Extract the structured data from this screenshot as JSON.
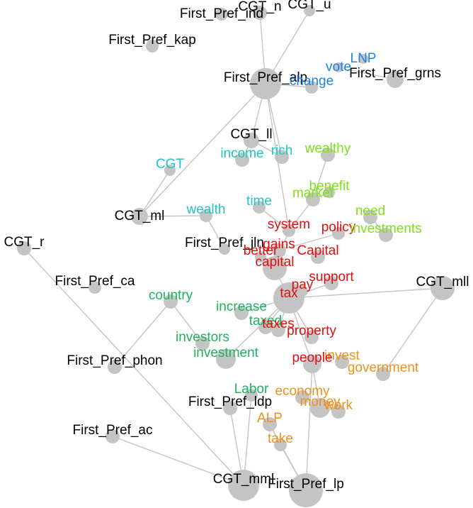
{
  "colors": {
    "variable": "#000000",
    "cyan": "#1fc4c4",
    "lime": "#7ee01a",
    "red": "#e01010",
    "green": "#20b060",
    "orange": "#f0901a",
    "blue": "#1a86e0",
    "edge": "#c4c4c4",
    "node": "#c4c4c4"
  },
  "nodes": [
    {
      "id": "n1",
      "label": "First_Pref_ind",
      "group": "variable"
    },
    {
      "id": "n2",
      "label": "CGT_n",
      "group": "variable"
    },
    {
      "id": "n3",
      "label": "CGT_u",
      "group": "variable"
    },
    {
      "id": "n4",
      "label": "First_Pref_kap",
      "group": "variable"
    },
    {
      "id": "n5",
      "label": "LNP",
      "group": "blue"
    },
    {
      "id": "n6",
      "label": "vote",
      "group": "blue"
    },
    {
      "id": "n7",
      "label": "First_Pref_grns",
      "group": "variable"
    },
    {
      "id": "n8",
      "label": "First_Pref_alp",
      "group": "variable"
    },
    {
      "id": "n9",
      "label": "change",
      "group": "blue"
    },
    {
      "id": "n10",
      "label": "CGT_ll",
      "group": "variable"
    },
    {
      "id": "n11",
      "label": "wealthy",
      "group": "lime"
    },
    {
      "id": "n12",
      "label": "income",
      "group": "cyan"
    },
    {
      "id": "n13",
      "label": "rich",
      "group": "cyan"
    },
    {
      "id": "n14",
      "label": "CGT",
      "group": "cyan"
    },
    {
      "id": "n15",
      "label": "benefit",
      "group": "lime"
    },
    {
      "id": "n16",
      "label": "market",
      "group": "lime"
    },
    {
      "id": "n17",
      "label": "time",
      "group": "cyan"
    },
    {
      "id": "n18",
      "label": "wealth",
      "group": "cyan"
    },
    {
      "id": "n19",
      "label": "need",
      "group": "lime"
    },
    {
      "id": "n20",
      "label": "CGT_ml",
      "group": "variable"
    },
    {
      "id": "n21",
      "label": "system",
      "group": "red"
    },
    {
      "id": "n22",
      "label": "policy",
      "group": "red"
    },
    {
      "id": "n23",
      "label": "investments",
      "group": "lime"
    },
    {
      "id": "n24",
      "label": "CGT_r",
      "group": "variable"
    },
    {
      "id": "n25",
      "label": "First_Pref_jln",
      "group": "variable"
    },
    {
      "id": "n26",
      "label": "gains",
      "group": "red"
    },
    {
      "id": "n27",
      "label": "better",
      "group": "red"
    },
    {
      "id": "n28",
      "label": "Capital",
      "group": "red"
    },
    {
      "id": "n29",
      "label": "capital",
      "group": "red"
    },
    {
      "id": "n30",
      "label": "support",
      "group": "red"
    },
    {
      "id": "n31",
      "label": "First_Pref_ca",
      "group": "variable"
    },
    {
      "id": "n32",
      "label": "pay",
      "group": "red"
    },
    {
      "id": "n33",
      "label": "CGT_mll",
      "group": "variable"
    },
    {
      "id": "n34",
      "label": "country",
      "group": "green"
    },
    {
      "id": "n35",
      "label": "tax",
      "group": "red"
    },
    {
      "id": "n36",
      "label": "increase",
      "group": "green"
    },
    {
      "id": "n37",
      "label": "taxed",
      "group": "green"
    },
    {
      "id": "n38",
      "label": "taxes",
      "group": "red"
    },
    {
      "id": "n39",
      "label": "property",
      "group": "red"
    },
    {
      "id": "n40",
      "label": "investors",
      "group": "green"
    },
    {
      "id": "n41",
      "label": "investment",
      "group": "green"
    },
    {
      "id": "n42",
      "label": "invest",
      "group": "orange"
    },
    {
      "id": "n43",
      "label": "First_Pref_phon",
      "group": "variable"
    },
    {
      "id": "n44",
      "label": "people",
      "group": "red"
    },
    {
      "id": "n45",
      "label": "government",
      "group": "orange"
    },
    {
      "id": "n46",
      "label": "Labor",
      "group": "green"
    },
    {
      "id": "n47",
      "label": "economy",
      "group": "orange"
    },
    {
      "id": "n48",
      "label": "First_Pref_ldp",
      "group": "variable"
    },
    {
      "id": "n49",
      "label": "money",
      "group": "orange"
    },
    {
      "id": "n50",
      "label": "work",
      "group": "orange"
    },
    {
      "id": "n51",
      "label": "ALP",
      "group": "orange"
    },
    {
      "id": "n52",
      "label": "First_Pref_ac",
      "group": "variable"
    },
    {
      "id": "n53",
      "label": "take",
      "group": "orange"
    },
    {
      "id": "n54",
      "label": "CGT_mml",
      "group": "variable"
    },
    {
      "id": "n55",
      "label": "First_Pref_lp",
      "group": "variable"
    }
  ],
  "edges": [
    [
      "n2",
      "n8"
    ],
    [
      "n3",
      "n8"
    ],
    [
      "n8",
      "n10"
    ],
    [
      "n8",
      "n13"
    ],
    [
      "n8",
      "n20"
    ],
    [
      "n8",
      "n21"
    ],
    [
      "n6",
      "n7"
    ],
    [
      "n8",
      "n9"
    ],
    [
      "n10",
      "n12"
    ],
    [
      "n10",
      "n13"
    ],
    [
      "n14",
      "n20"
    ],
    [
      "n20",
      "n18"
    ],
    [
      "n18",
      "n25"
    ],
    [
      "n16",
      "n15"
    ],
    [
      "n11",
      "n16"
    ],
    [
      "n16",
      "n21"
    ],
    [
      "n17",
      "n21"
    ],
    [
      "n21",
      "n29"
    ],
    [
      "n19",
      "n23"
    ],
    [
      "n22",
      "n26"
    ],
    [
      "n26",
      "n29"
    ],
    [
      "n35",
      "n33"
    ],
    [
      "n33",
      "n45"
    ],
    [
      "n29",
      "n35"
    ],
    [
      "n32",
      "n35"
    ],
    [
      "n30",
      "n35"
    ],
    [
      "n36",
      "n35"
    ],
    [
      "n37",
      "n35"
    ],
    [
      "n35",
      "n38"
    ],
    [
      "n35",
      "n39"
    ],
    [
      "n35",
      "n41"
    ],
    [
      "n35",
      "n44"
    ],
    [
      "n34",
      "n43"
    ],
    [
      "n34",
      "n40"
    ],
    [
      "n24",
      "n54"
    ],
    [
      "n44",
      "n55"
    ],
    [
      "n44",
      "n49"
    ],
    [
      "n49",
      "n50"
    ],
    [
      "n52",
      "n54"
    ],
    [
      "n54",
      "n48"
    ],
    [
      "n54",
      "n46"
    ],
    [
      "n51",
      "n55"
    ],
    [
      "n53",
      "n55"
    ],
    [
      "n53",
      "n51"
    ]
  ]
}
